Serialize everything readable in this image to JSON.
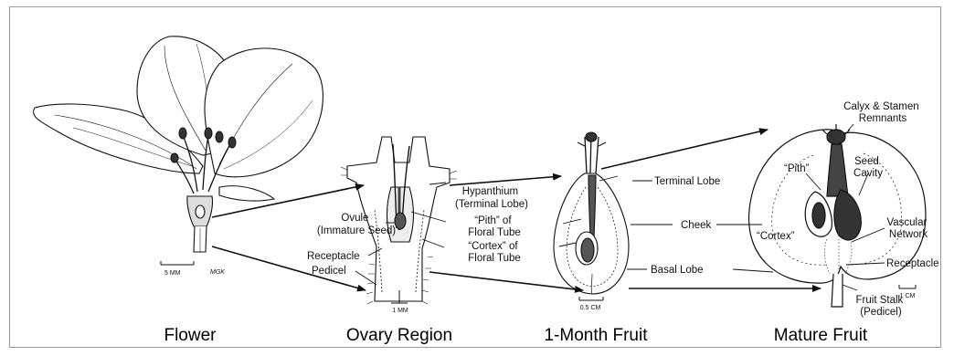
{
  "captions": {
    "flower": "Flower",
    "ovary": "Ovary Region",
    "month": "1-Month Fruit",
    "mature": "Mature Fruit"
  },
  "scale_bars": {
    "flower": "5 MM",
    "ovary": "1 MM",
    "month": "0.5 CM",
    "mature": "1 CM"
  },
  "artist_signature": "MGK",
  "labels": {
    "ovule": [
      "Ovule",
      "(Immature Seed)"
    ],
    "receptacle": "Receptacle",
    "pedicel": "Pedicel",
    "hypanthium": [
      "Hypanthium",
      "(Terminal Lobe)"
    ],
    "pith_floral": [
      "“Pith” of",
      "Floral Tube"
    ],
    "cortex_floral": [
      "“Cortex” of",
      "Floral Tube"
    ],
    "terminal_lobe": "Terminal Lobe",
    "cheek": "Cheek",
    "basal_lobe": "Basal Lobe",
    "calyx": [
      "Calyx & Stamen",
      "Remnants"
    ],
    "pith": "“Pith”",
    "seed_cavity": [
      "Seed",
      "Cavity"
    ],
    "cortex": "“Cortex”",
    "vascular": [
      "Vascular",
      "Network"
    ],
    "receptacle_mature": "Receptacle",
    "fruit_stalk": [
      "Fruit Stalk",
      "(Pedicel)"
    ]
  },
  "colors": {
    "ink": "#111111",
    "frame": "#9a9a9a",
    "background": "#ffffff"
  }
}
